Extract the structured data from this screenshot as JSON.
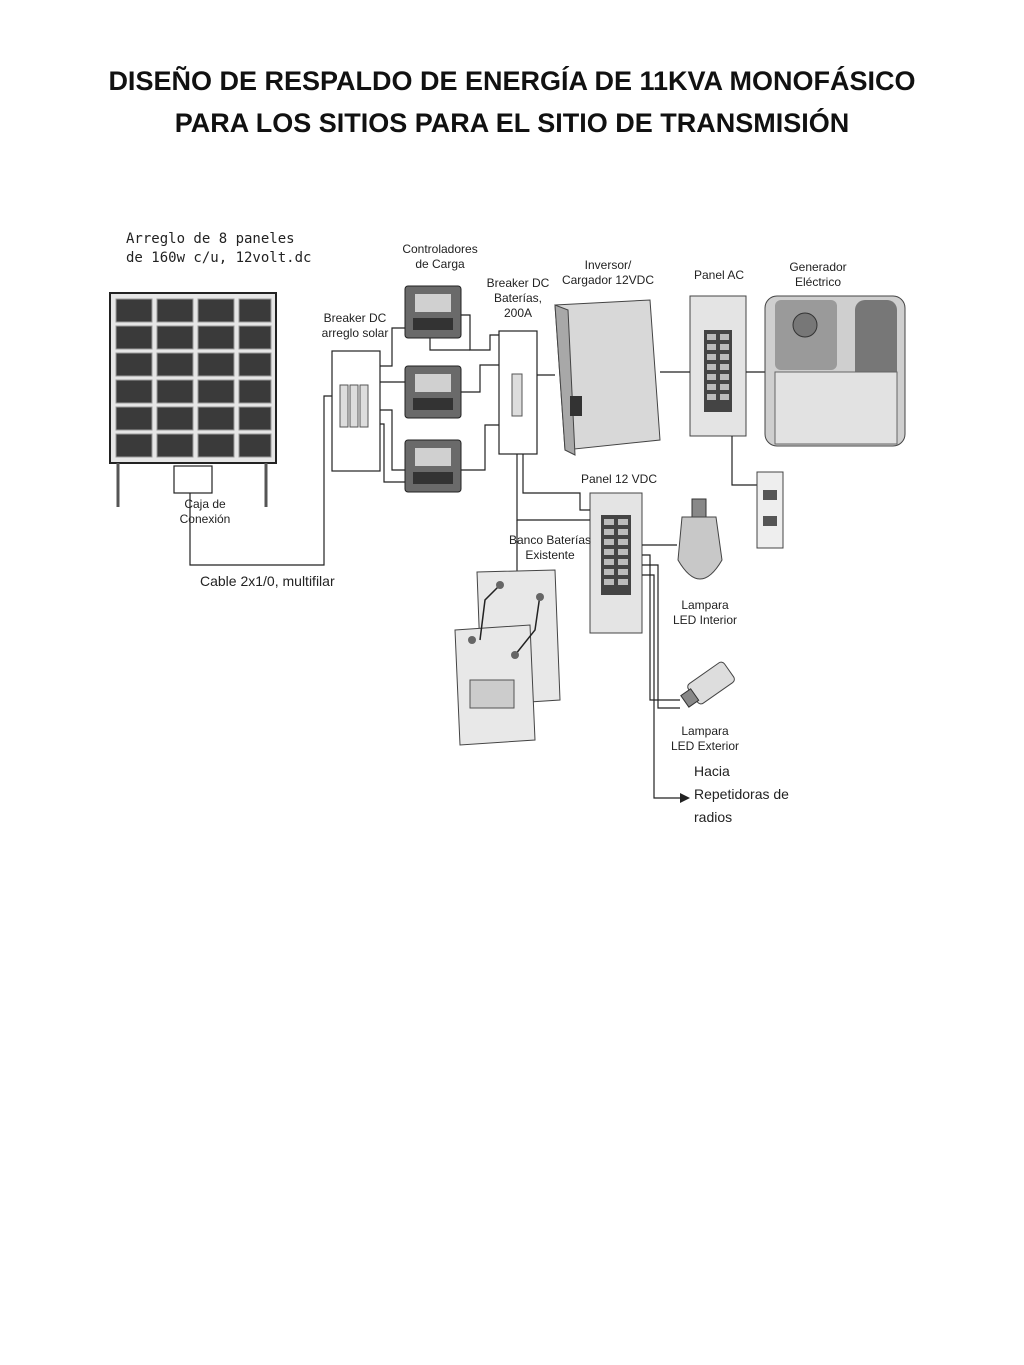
{
  "title": {
    "line1": "DISEÑO DE RESPALDO DE ENERGÍA DE 11KVA MONOFÁSICO",
    "line2": "PARA LOS SITIOS PARA EL SITIO DE TRANSMISIÓN"
  },
  "labels": {
    "solar_array_line1": "Arreglo de 8 paneles",
    "solar_array_line2": "de 160w c/u, 12volt.dc",
    "junction_box_line1": "Caja de",
    "junction_box_line2": "Conexión",
    "cable": "Cable 2x1/0, multifilar",
    "breaker_solar_line1": "Breaker DC",
    "breaker_solar_line2": "arreglo solar",
    "controllers_line1": "Controladores",
    "controllers_line2": "de Carga",
    "breaker_batt_line1": "Breaker DC",
    "breaker_batt_line2": "Baterías,",
    "breaker_batt_line3": "200A",
    "inverter_line1": "Inversor/",
    "inverter_line2": "Cargador 12VDC",
    "panel_ac": "Panel AC",
    "generator_line1": "Generador",
    "generator_line2": "Eléctrico",
    "panel_12vdc": "Panel 12 VDC",
    "battery_bank_line1": "Banco Baterías",
    "battery_bank_line2": "Existente",
    "lamp_interior_line1": "Lampara",
    "lamp_interior_line2": "LED Interior",
    "lamp_exterior_line1": "Lampara",
    "lamp_exterior_line2": "LED Exterior",
    "repeaters_line1": "Hacia",
    "repeaters_line2": "Repetidoras de",
    "repeaters_line3": "radios"
  },
  "colors": {
    "line": "#222222",
    "panel_cell": "#3a3a3a",
    "device_gray": "#b8b8b8",
    "device_dark": "#555555"
  }
}
